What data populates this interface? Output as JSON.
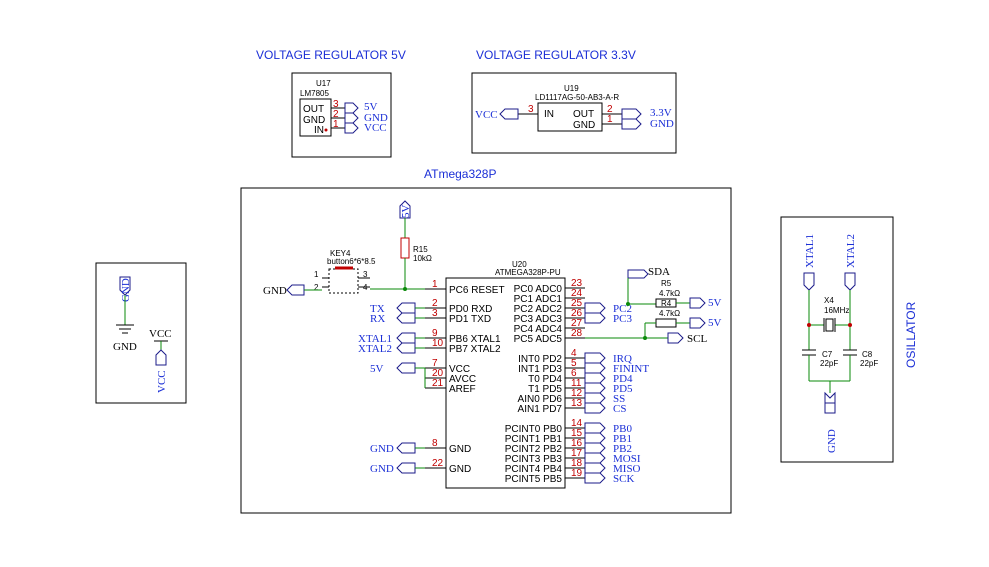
{
  "titles": {
    "vreg5": "VOLTAGE REGULATOR 5V",
    "vreg33": "VOLTAGE REGULATOR 3.3V",
    "mcu": "ATmega328P",
    "osc": "OSILLATOR"
  },
  "u17": {
    "ref": "U17",
    "value": "LM7805",
    "pins": [
      {
        "name": "OUT",
        "num": "3",
        "net": "5V"
      },
      {
        "name": "GND",
        "num": "2",
        "net": "GND"
      },
      {
        "name": "IN",
        "num": "1",
        "net": "VCC"
      }
    ]
  },
  "u19": {
    "ref": "U19",
    "value": "LD1117AG-50-AB3-A-R",
    "in_name": "IN",
    "in_num": "3",
    "in_net": "VCC",
    "out_name": "OUT",
    "out_num": "2",
    "out_net": "3.3V",
    "gnd_name": "GND",
    "gnd_num": "1",
    "gnd_net": "GND"
  },
  "power_box": {
    "gnd_port": "GND",
    "gnd_label": "GND",
    "vcc_label": "VCC",
    "vcc_port": "VCC"
  },
  "key4": {
    "ref": "KEY4",
    "value": "button6*6*8.5",
    "pins": [
      "1",
      "2",
      "3",
      "4"
    ],
    "gnd_net": "GND"
  },
  "r15": {
    "ref": "R15",
    "value": "10kΩ",
    "net": "5V"
  },
  "u20": {
    "ref": "U20",
    "value": "ATMEGA328P-PU",
    "left_pins": [
      {
        "num": "1",
        "name": "PC6 RESET",
        "net": ""
      },
      {
        "num": "2",
        "name": "PD0 RXD",
        "net": "TX"
      },
      {
        "num": "3",
        "name": "PD1 TXD",
        "net": "RX"
      },
      {
        "num": "9",
        "name": "PB6 XTAL1",
        "net": "XTAL1"
      },
      {
        "num": "10",
        "name": "PB7 XTAL2",
        "net": "XTAL2"
      },
      {
        "num": "7",
        "name": "VCC",
        "net": "5V"
      },
      {
        "num": "20",
        "name": "AVCC",
        "net": ""
      },
      {
        "num": "21",
        "name": "AREF",
        "net": ""
      },
      {
        "num": "8",
        "name": "GND",
        "net": "GND"
      },
      {
        "num": "22",
        "name": "GND",
        "net": "GND"
      }
    ],
    "right_pins": [
      {
        "num": "23",
        "name": "PC0 ADC0",
        "net": ""
      },
      {
        "num": "24",
        "name": "PC1 ADC1",
        "net": ""
      },
      {
        "num": "25",
        "name": "PC2 ADC2",
        "net": "PC2"
      },
      {
        "num": "26",
        "name": "PC3 ADC3",
        "net": "PC3"
      },
      {
        "num": "27",
        "name": "PC4 ADC4",
        "net": ""
      },
      {
        "num": "28",
        "name": "PC5 ADC5",
        "net": ""
      },
      {
        "num": "4",
        "name": "INT0 PD2",
        "net": "IRQ"
      },
      {
        "num": "5",
        "name": "INT1 PD3",
        "net": "FININT"
      },
      {
        "num": "6",
        "name": "T0 PD4",
        "net": "PD4"
      },
      {
        "num": "11",
        "name": "T1 PD5",
        "net": "PD5"
      },
      {
        "num": "12",
        "name": "AIN0 PD6",
        "net": "SS"
      },
      {
        "num": "13",
        "name": "AIN1 PD7",
        "net": "CS"
      },
      {
        "num": "14",
        "name": "PCINT0 PB0",
        "net": "PB0"
      },
      {
        "num": "15",
        "name": "PCINT1 PB1",
        "net": "PB1"
      },
      {
        "num": "16",
        "name": "PCINT2 PB2",
        "net": "PB2"
      },
      {
        "num": "17",
        "name": "PCINT3 PB3",
        "net": "MOSI"
      },
      {
        "num": "18",
        "name": "PCINT4 PB4",
        "net": "MISO"
      },
      {
        "num": "19",
        "name": "PCINT5 PB5",
        "net": "SCK"
      }
    ]
  },
  "i2c": {
    "sda": "SDA",
    "scl": "SCL",
    "r5_ref": "R5",
    "r5_value": "4.7kΩ",
    "r4_ref": "R4",
    "r4_value": "4.7kΩ",
    "r5_net": "5V",
    "r4_net": "5V"
  },
  "osc": {
    "xtal1": "XTAL1",
    "xtal2": "XTAL2",
    "x4_ref": "X4",
    "x4_value": "16MHz",
    "c7_ref": "C7",
    "c7_value": "22pF",
    "c8_ref": "C8",
    "c8_value": "22pF",
    "gnd": "GND"
  }
}
